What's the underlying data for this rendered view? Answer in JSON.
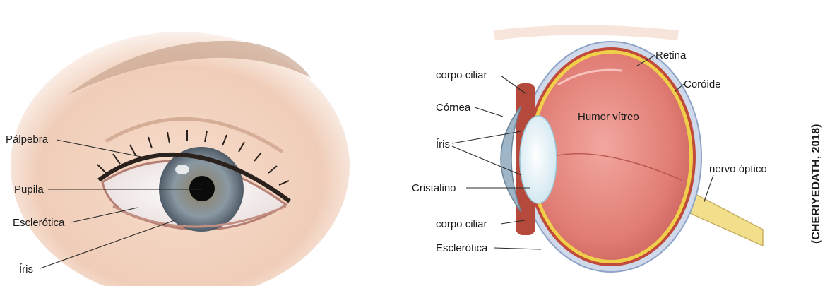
{
  "external_eye": {
    "labels": {
      "palpebra": "Pálpebra",
      "pupila": "Pupila",
      "esclerotica": "Esclerótica",
      "iris": "Íris"
    }
  },
  "cross_section": {
    "labels": {
      "corpo_ciliar_top": "corpo ciliar",
      "cornea": "Córnea",
      "iris": "Íris",
      "cristalino": "Cristalino",
      "corpo_ciliar_bottom": "corpo ciliar",
      "esclerotica": "Esclerótica",
      "retina": "Retina",
      "coroide": "Coróide",
      "humor_vitreo": "Humor vítreo",
      "nervo_optico": "nervo óptico"
    }
  },
  "citation": "(CHERIYEDATH, 2018)",
  "colors": {
    "skin": "#f2d2bf",
    "iris": "#7d8a93",
    "vitreous": "#e07c74",
    "sclera_layer": "#9fb2d4",
    "retina_line": "#f0d04a",
    "optic_nerve": "#f2df8c"
  }
}
